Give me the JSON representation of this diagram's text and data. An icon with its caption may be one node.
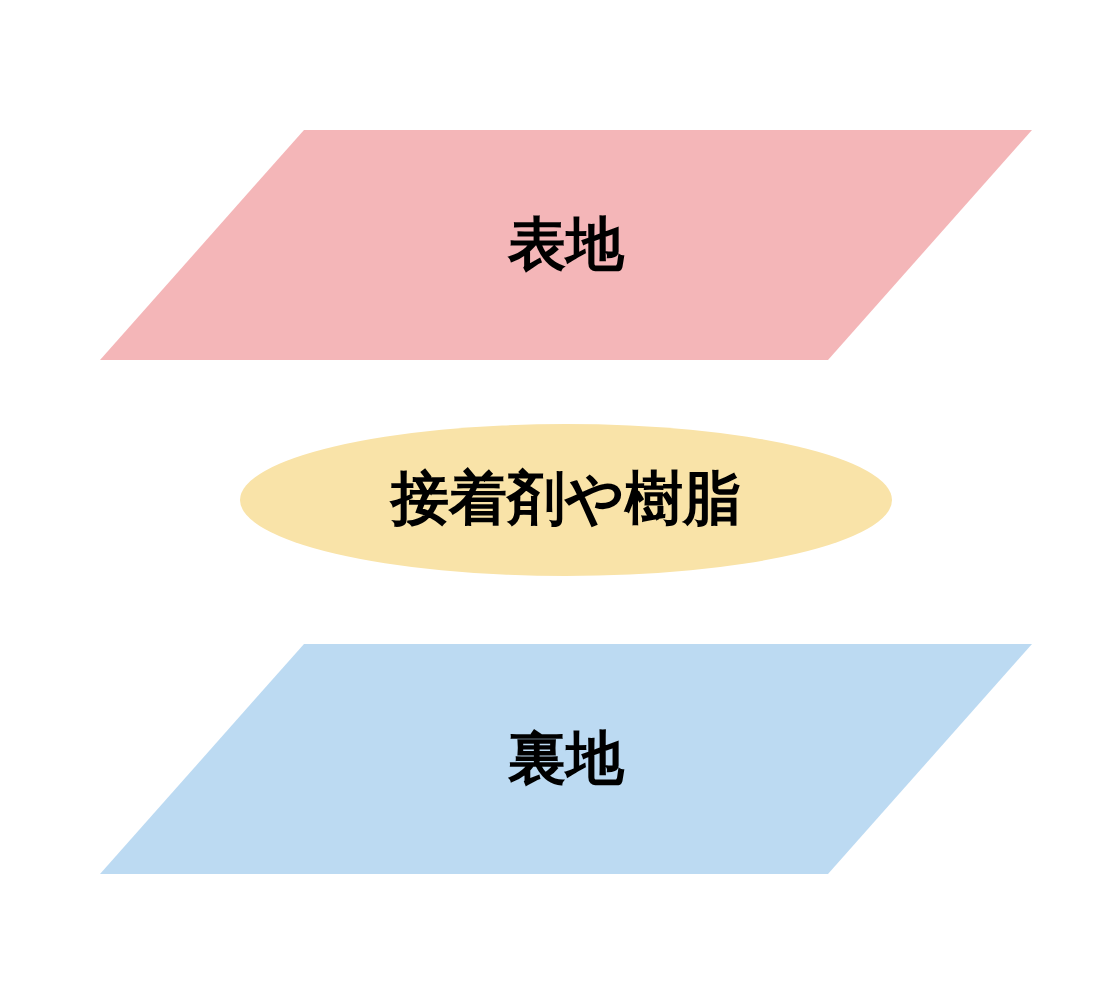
{
  "diagram": {
    "nodes": [
      {
        "text": [
          "表地"
        ]
      },
      {
        "text": [
          "接着剤や樹脂"
        ]
      },
      {
        "text": [
          "裏地"
        ]
      }
    ]
  }
}
